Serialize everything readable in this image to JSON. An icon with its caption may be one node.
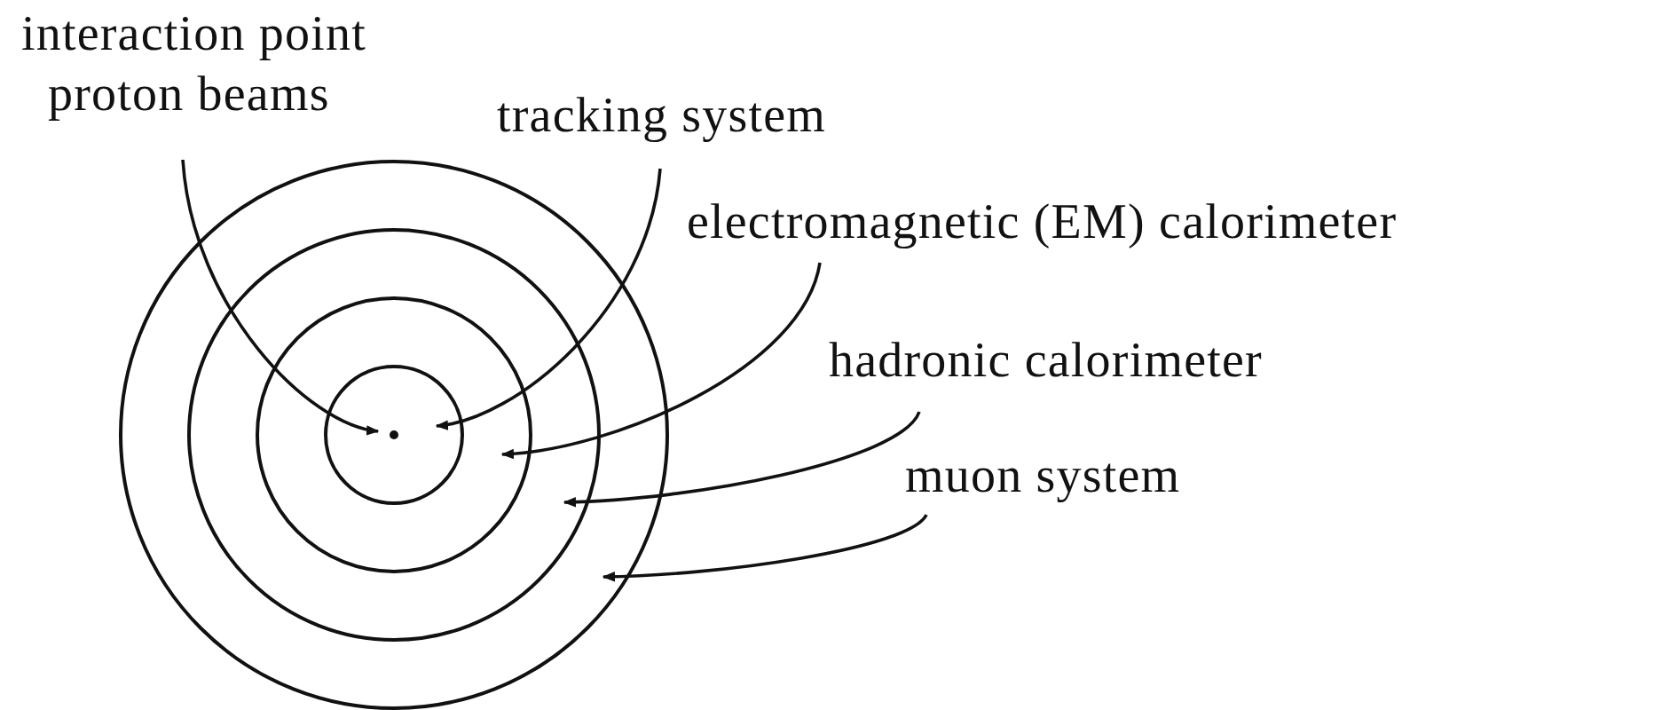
{
  "diagram": {
    "nodes": [
      {
        "text": [
          "interaction point",
          "proton beams"
        ]
      },
      {
        "text": [
          "tracking system"
        ]
      },
      {
        "text": [
          "electromagnetic (EM) calorimeter"
        ]
      },
      {
        "text": [
          "hadronic calorimeter"
        ]
      },
      {
        "text": [
          "muon system"
        ]
      },
      {
        "text": [],
        "shape": "circle"
      },
      {
        "text": [],
        "shape": "circle",
        "in": 5
      },
      {
        "text": [],
        "shape": "circle",
        "in": 6
      },
      {
        "text": [],
        "shape": "circle",
        "in": 7
      },
      {
        "text": [],
        "shape": "circle",
        "in": 8
      }
    ],
    "edges": [
      {
        "from": 0,
        "to": 9,
        "arrow": "to"
      },
      {
        "from": 1,
        "to": 8,
        "arrow": "to"
      },
      {
        "from": 2,
        "to": 7,
        "arrow": "to"
      },
      {
        "from": 3,
        "to": 6,
        "arrow": "to"
      },
      {
        "from": 4,
        "to": 5,
        "arrow": "to"
      }
    ]
  }
}
